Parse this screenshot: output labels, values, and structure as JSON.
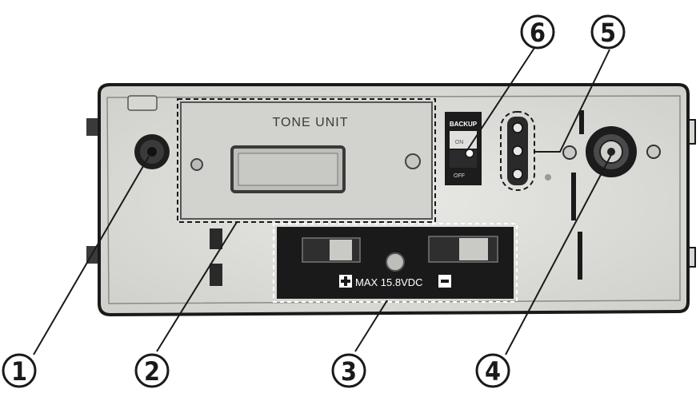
{
  "panel": {
    "tone_unit_label": "TONE UNIT",
    "backup_label": "BACKUP",
    "switch_on_label": "ON",
    "switch_off_label": "OFF",
    "power_label": "MAX 15.8VDC"
  },
  "callouts": [
    {
      "num": "1",
      "part": "antenna-connector"
    },
    {
      "num": "2",
      "part": "tone-unit-cover"
    },
    {
      "num": "3",
      "part": "dc-power-terminals"
    },
    {
      "num": "4",
      "part": "coaxial-connector"
    },
    {
      "num": "5",
      "part": "indicator-lamps"
    },
    {
      "num": "6",
      "part": "backup-switch"
    }
  ],
  "colors": {
    "ink": "#1a1a1a",
    "panel": "#e3e3e0",
    "panel_shade": "#c9c9c5",
    "dark": "#262626"
  }
}
